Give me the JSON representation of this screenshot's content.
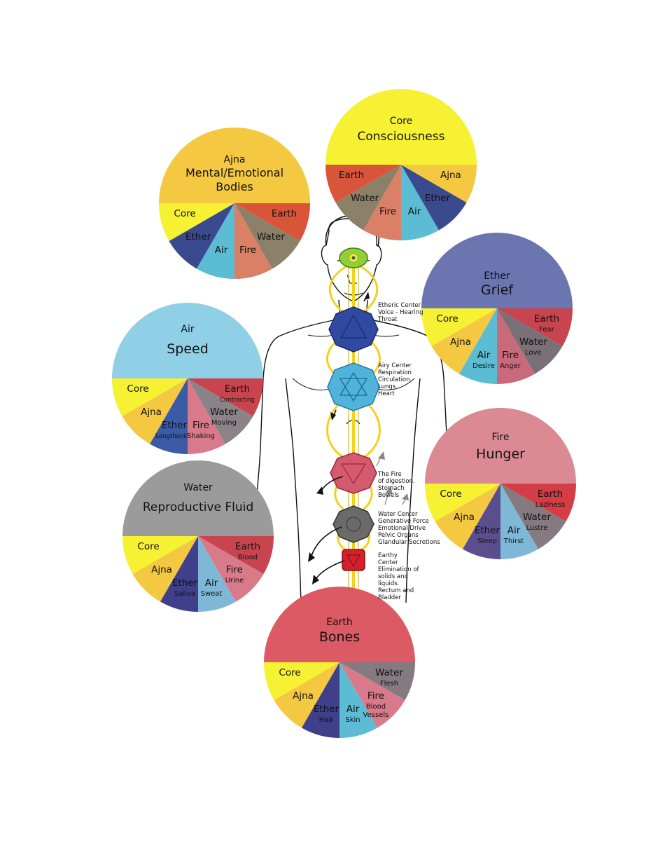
{
  "colors": {
    "core": "#f7f133",
    "ajna": "#f5c842",
    "ether": "#3b4a8e",
    "air": "#5bbcd3",
    "fire": "#d98066",
    "water": "#8b8068",
    "earth": "#d9553a"
  },
  "wheels": [
    {
      "id": "consciousness",
      "element": "Core",
      "title": "Consciousness",
      "top_color": "#f7f133",
      "segments": [
        {
          "label": "Earth",
          "sub": "",
          "color": "#d9553a"
        },
        {
          "label": "Water",
          "sub": "",
          "color": "#8b8068"
        },
        {
          "label": "Fire",
          "sub": "",
          "color": "#d98066"
        },
        {
          "label": "Air",
          "sub": "",
          "color": "#5bbcd3"
        },
        {
          "label": "Ether",
          "sub": "",
          "color": "#3b4a8e"
        },
        {
          "label": "Ajna",
          "sub": "",
          "color": "#f5c842"
        }
      ]
    },
    {
      "id": "ajna",
      "element": "Ajna",
      "title": "Mental/Emotional",
      "title2": "Bodies",
      "top_color": "#f5c842",
      "segments": [
        {
          "label": "Core",
          "sub": "",
          "color": "#f7f133"
        },
        {
          "label": "Ether",
          "sub": "",
          "color": "#3b4a8e"
        },
        {
          "label": "Air",
          "sub": "",
          "color": "#5bbcd3"
        },
        {
          "label": "Fire",
          "sub": "",
          "color": "#d98066"
        },
        {
          "label": "Water",
          "sub": "",
          "color": "#8b8068"
        },
        {
          "label": "Earth",
          "sub": "",
          "color": "#d9553a"
        }
      ]
    },
    {
      "id": "grief",
      "element": "Ether",
      "title": "Grief",
      "top_color": "#6b75b0",
      "segments": [
        {
          "label": "Core",
          "sub": "",
          "color": "#f7f133"
        },
        {
          "label": "Ajna",
          "sub": "",
          "color": "#f5c842"
        },
        {
          "label": "Air",
          "sub": "Desire",
          "color": "#5bbcd3"
        },
        {
          "label": "Fire",
          "sub": "Anger",
          "color": "#c86a7a"
        },
        {
          "label": "Water",
          "sub": "Love",
          "color": "#7a7078"
        },
        {
          "label": "Earth",
          "sub": "Fear",
          "color": "#c8444f"
        }
      ]
    },
    {
      "id": "speed",
      "element": "Air",
      "title": "Speed",
      "top_color": "#8fd0e6",
      "segments": [
        {
          "label": "Core",
          "sub": "",
          "color": "#f7f133"
        },
        {
          "label": "Ajna",
          "sub": "",
          "color": "#f5c842"
        },
        {
          "label": "Ether",
          "sub": "Lengthening",
          "color": "#3b5ba6"
        },
        {
          "label": "Fire",
          "sub": "Shaking",
          "color": "#d87a8a"
        },
        {
          "label": "Water",
          "sub": "Moving",
          "color": "#8b8388"
        },
        {
          "label": "Earth",
          "sub": "Contracting",
          "color": "#c8444f"
        }
      ]
    },
    {
      "id": "hunger",
      "element": "Fire",
      "title": "Hunger",
      "top_color": "#db8a94",
      "segments": [
        {
          "label": "Core",
          "sub": "",
          "color": "#f7f133"
        },
        {
          "label": "Ajna",
          "sub": "",
          "color": "#f5c842"
        },
        {
          "label": "Ether",
          "sub": "Sleep",
          "color": "#5a4e8e"
        },
        {
          "label": "Air",
          "sub": "Thirst",
          "color": "#7fb8d6"
        },
        {
          "label": "Water",
          "sub": "Lustre",
          "color": "#857a80"
        },
        {
          "label": "Earth",
          "sub": "Laziness",
          "color": "#d43c46"
        }
      ]
    },
    {
      "id": "reproductive",
      "element": "Water",
      "title": "Reproductive Fluid",
      "top_color": "#9b9b9b",
      "segments": [
        {
          "label": "Core",
          "sub": "",
          "color": "#f7f133"
        },
        {
          "label": "Ajna",
          "sub": "",
          "color": "#f5c842"
        },
        {
          "label": "Ether",
          "sub": "Saliva",
          "color": "#3f3f8a"
        },
        {
          "label": "Air",
          "sub": "Sweat",
          "color": "#7fb8d6"
        },
        {
          "label": "Fire",
          "sub": "Urine",
          "color": "#d87a8a"
        },
        {
          "label": "Earth",
          "sub": "Blood",
          "color": "#c8444f"
        }
      ]
    },
    {
      "id": "bones",
      "element": "Earth",
      "title": "Bones",
      "top_color": "#db5a64",
      "segments": [
        {
          "label": "Core",
          "sub": "",
          "color": "#f7f133"
        },
        {
          "label": "Ajna",
          "sub": "",
          "color": "#f5c842"
        },
        {
          "label": "Ether",
          "sub": "Hair",
          "color": "#3f3f8a"
        },
        {
          "label": "Air",
          "sub": "Skin",
          "color": "#5bbcd3"
        },
        {
          "label": "Fire",
          "sub": "Blood Vessels",
          "color": "#d87a8a"
        },
        {
          "label": "Water",
          "sub": "Flesh",
          "color": "#857a80"
        }
      ]
    }
  ],
  "notes": [
    {
      "id": "etheric",
      "lines": [
        "Etheric Center",
        "Voice - Hearing",
        "Throat"
      ]
    },
    {
      "id": "airy",
      "lines": [
        "Airy Center",
        "Respiration",
        "Circulation",
        "Lungs",
        "Heart"
      ]
    },
    {
      "id": "fire",
      "lines": [
        "The Fire",
        "of digestion.",
        "Stomach",
        "Bowels"
      ]
    },
    {
      "id": "water",
      "lines": [
        "Water Center",
        "Generative Force",
        "Emotional Drive",
        "Pelvic Organs",
        "Glandular Secretions"
      ]
    },
    {
      "id": "earthy",
      "lines": [
        "Earthy",
        "Center",
        "Elimination of",
        "solids and",
        "liquids.",
        "Rectum and",
        "Bladder"
      ]
    }
  ],
  "chakra_colors": {
    "crown": "#8fcf3a",
    "throat": "#2f4aa0",
    "heart": "#4fb3dc",
    "solar": "#d45a6e",
    "sacral": "#6a6a6a",
    "root": "#d4202a"
  }
}
